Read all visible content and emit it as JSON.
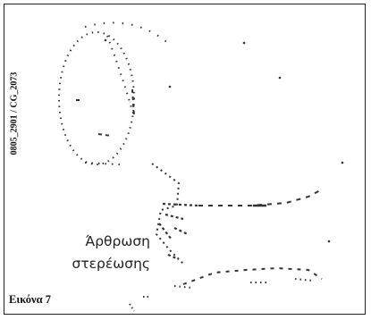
{
  "figure": {
    "side_code": "0805_2901 / CG_2073",
    "label_lines": [
      "Άρθρωση",
      "στερέωσης"
    ],
    "caption": "Εικόνα 7"
  },
  "colors": {
    "ink": "#222222",
    "background": "#ffffff"
  }
}
